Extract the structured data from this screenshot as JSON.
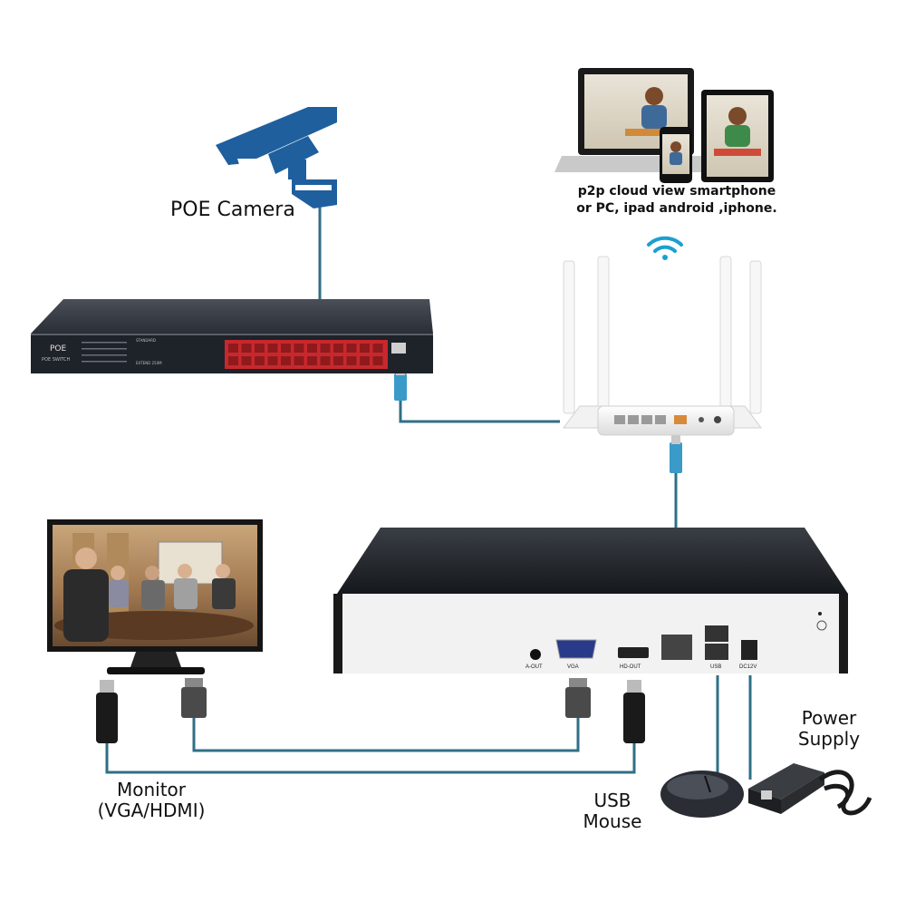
{
  "labels": {
    "poe_camera": "POE Camera",
    "cloud_line1": "p2p cloud  view smartphone",
    "cloud_line2": "or PC, ipad android ,iphone.",
    "monitor_line1": "Monitor",
    "monitor_line2": "(VGA/HDMI)",
    "usb_line1": "USB",
    "usb_line2": "Mouse",
    "power_line1": "Power",
    "power_line2": "Supply"
  },
  "poe_switch": {
    "brand": "POE",
    "model": "POE SWITCH",
    "mode_label": "STANDARD",
    "ext_label": "EXTEND 250M"
  },
  "nvr_ports": {
    "aout": "A-OUT",
    "vga": "VGA",
    "hdout": "HD-OUT",
    "usb": "USB",
    "dc": "DC12V"
  },
  "colors": {
    "cable": "#2f6f86",
    "camera": "#1f5f9e",
    "poe_ports": "#c8282c",
    "device_body": "#1e2229",
    "nvr_front": "#f2f2f2"
  }
}
